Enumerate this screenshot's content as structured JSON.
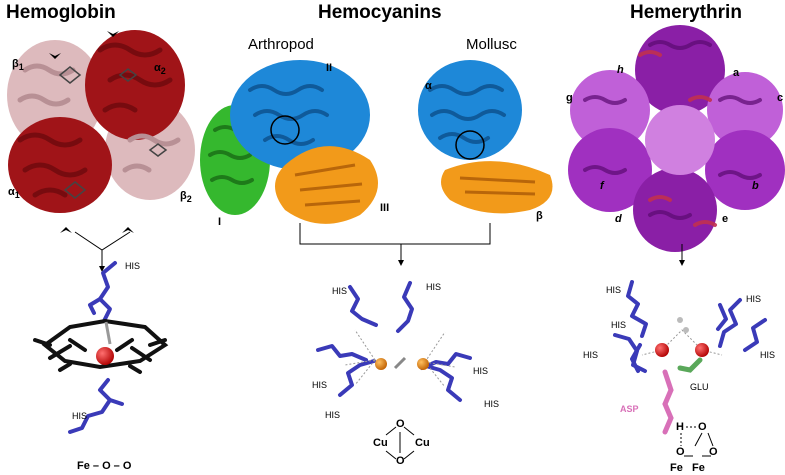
{
  "titles": {
    "hemoglobin": "Hemoglobin",
    "hemocyanins": "Hemocyanins",
    "hemerythrin": "Hemerythrin"
  },
  "subtitles": {
    "arthropod": "Arthropod",
    "mollusc": "Mollusc"
  },
  "hemoglobin": {
    "subunits": {
      "b1": "β",
      "b1_sub": "1",
      "a2": "α",
      "a2_sub": "2",
      "a1": "α",
      "a1_sub": "1",
      "b2": "β",
      "b2_sub": "2"
    },
    "his_top": "HIS",
    "his_bottom": "HIS",
    "site_formula": "Fe – O – O"
  },
  "hemocyanin": {
    "domains": {
      "I": "I",
      "II": "II",
      "III": "III",
      "alpha": "α",
      "beta": "β"
    },
    "his_labels": [
      "HIS",
      "HIS",
      "HIS",
      "HIS",
      "HIS",
      "HIS"
    ],
    "cu_left": "Cu",
    "cu_right": "Cu",
    "o_top": "O",
    "o_bottom": "O"
  },
  "hemerythrin": {
    "chains": {
      "a": "a",
      "b": "b",
      "c": "c",
      "d": "d",
      "e": "e",
      "f": "f",
      "g": "g",
      "h": "h"
    },
    "his_labels": [
      "HIS",
      "HIS",
      "HIS",
      "HIS",
      "HIS"
    ],
    "asp": "ASP",
    "glu": "GLU",
    "h": "H",
    "o1": "O",
    "o2": "O",
    "o3": "O",
    "fe_left": "Fe",
    "fe_right": "Fe"
  },
  "colors": {
    "hemoglobin_dark": "#a01418",
    "hemoglobin_light": "#d9b3b6",
    "arthropod_blue": "#1e88d8",
    "arthropod_green": "#35b82e",
    "hemocyanin_orange": "#f29a1a",
    "hemerythrin_purple": "#8a1fa6",
    "hemerythrin_light": "#c060d8",
    "his_blue": "#3a3ab8",
    "iron_red": "#d01010",
    "copper_orange": "#e07b10",
    "asp_pink": "#d870b8",
    "glu_green": "#5aa85a"
  }
}
